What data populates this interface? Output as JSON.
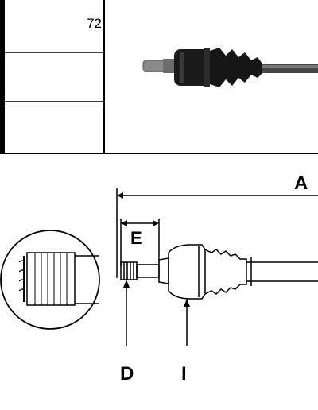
{
  "spec_table": {
    "rows": [
      {
        "value": "72"
      },
      {
        "value": ""
      },
      {
        "value": ""
      }
    ]
  },
  "diagram": {
    "labels": {
      "overall_length": "A",
      "spline_length": "E",
      "diameter_d": "D",
      "marker_i": "I"
    }
  }
}
